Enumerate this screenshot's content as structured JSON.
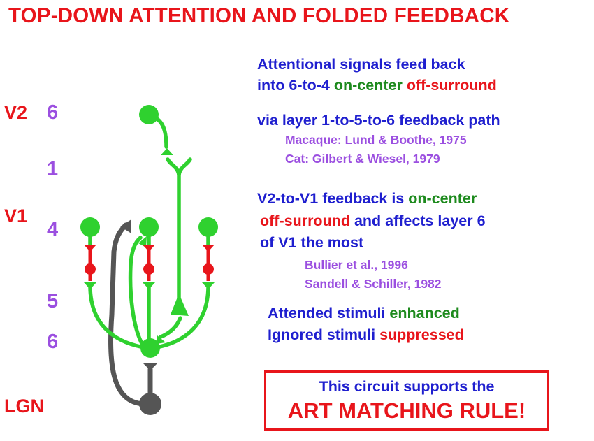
{
  "title": "TOP-DOWN ATTENTION AND FOLDED FEEDBACK",
  "regions": {
    "v2": "V2",
    "v1": "V1",
    "lgn": "LGN"
  },
  "layers": {
    "l6_top": "6",
    "l1": "1",
    "l4": "4",
    "l5": "5",
    "l6": "6"
  },
  "notes": {
    "p1_line1": "Attentional signals feed back",
    "p1_line2_a": "into 6-to-4 ",
    "p1_line2_b": "on-center ",
    "p1_line2_c": "off-surround",
    "p2": "via layer 1-to-5-to-6 feedback path",
    "ref1": "Macaque: Lund & Boothe, 1975",
    "ref2": "Cat: Gilbert & Wiesel, 1979",
    "p3_line1_a": "V2-to-V1 feedback is ",
    "p3_line1_b": "on-center",
    "p3_line2_a": "off-surround",
    "p3_line2_b": " and affects layer 6",
    "p3_line3": "of V1 the most",
    "ref3": "Bullier et al., 1996",
    "ref4": "Sandell & Schiller, 1982",
    "p4_line1_a": "Attended stimuli ",
    "p4_line1_b": "enhanced",
    "p4_line2_a": "Ignored stimuli ",
    "p4_line2_b": "suppressed"
  },
  "rule_box": {
    "line1": "This circuit supports the",
    "line2": "ART MATCHING RULE!"
  },
  "colors": {
    "excitatory": "#2fd12f",
    "inhibitory": "#e8151b",
    "lgn_pathway": "#555555",
    "title": "#e8151b",
    "text": "#1f1fcf",
    "reference": "#9b4fe0"
  }
}
